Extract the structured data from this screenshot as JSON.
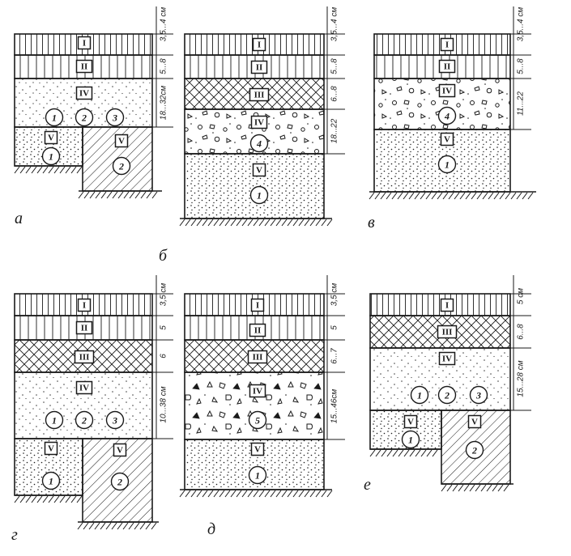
{
  "figures": [
    {
      "letter": "а",
      "layer_labels": [
        "I",
        "II",
        "IV",
        "V",
        "V"
      ],
      "material_labels": [
        "1",
        "2",
        "3",
        "1",
        "2"
      ],
      "dimensions": [
        "3,5...4 см",
        "5...8",
        "18...32см"
      ]
    },
    {
      "letter": "б",
      "layer_labels": [
        "I",
        "II",
        "III",
        "IV",
        "V"
      ],
      "material_labels": [
        "4",
        "1"
      ],
      "dimensions": [
        "3,5...4 см",
        "5...8",
        "6...8",
        "18...22"
      ]
    },
    {
      "letter": "в",
      "layer_labels": [
        "I",
        "II",
        "IV",
        "V"
      ],
      "material_labels": [
        "4",
        "1"
      ],
      "dimensions": [
        "3,5...4 см",
        "5...8",
        "11...22"
      ]
    },
    {
      "letter": "г",
      "layer_labels": [
        "I",
        "II",
        "III",
        "IV",
        "V",
        "V"
      ],
      "material_labels": [
        "1",
        "2",
        "3",
        "1",
        "2"
      ],
      "dimensions": [
        "3,5 см",
        "5",
        "6",
        "10...38 см"
      ]
    },
    {
      "letter": "д",
      "layer_labels": [
        "I",
        "II",
        "III",
        "IV",
        "V"
      ],
      "material_labels": [
        "5",
        "1"
      ],
      "dimensions": [
        "3,5 см",
        "5",
        "6...7",
        "15...46см"
      ]
    },
    {
      "letter": "е",
      "layer_labels": [
        "I",
        "III",
        "IV",
        "V",
        "V"
      ],
      "material_labels": [
        "1",
        "2",
        "3",
        "1",
        "2"
      ],
      "dimensions": [
        "5 см",
        "6...8",
        "15...28 см"
      ]
    }
  ]
}
